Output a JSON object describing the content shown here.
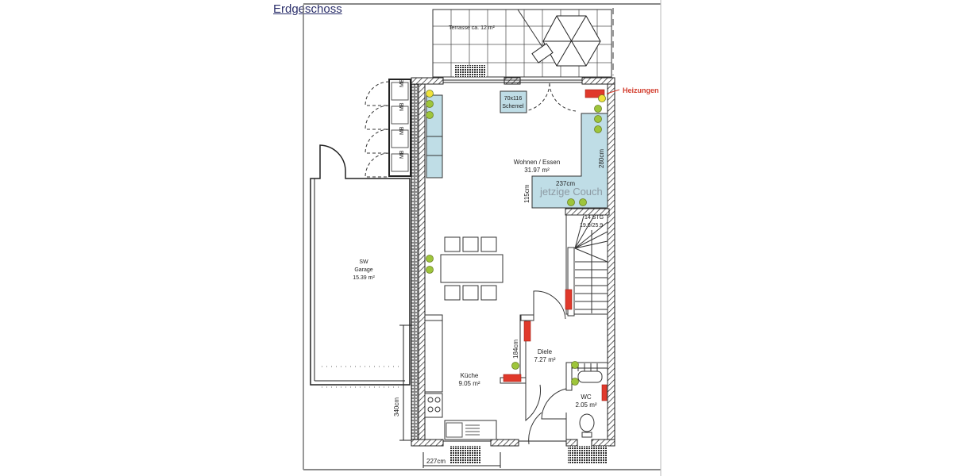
{
  "header": {
    "title": "Erdgeschoss"
  },
  "rooms": {
    "terrasse": {
      "label": "Terrasse ca. 12 m²"
    },
    "wohnen": {
      "name": "Wohnen / Essen",
      "area": "31.97 m²"
    },
    "garage": {
      "line1": "SW",
      "line2": "Garage",
      "area": "15.39 m²"
    },
    "kueche": {
      "name": "Küche",
      "area": "9.05 m²"
    },
    "diele": {
      "name": "Diele",
      "area": "7.27 m²"
    },
    "wc": {
      "name": "WC",
      "area": "2.05 m²"
    }
  },
  "annotations": {
    "schemel_size": "70x116",
    "schemel_label": "Schemel",
    "heizungen": "Heizungen",
    "couch_label": "jetzige Couch",
    "couch_width": "237cm",
    "couch_depth": "115cm",
    "couch_side_length": "280cm",
    "stairs_line1": "14 STG",
    "stairs_line2": "19.0/25.9",
    "diele_wall": "184cm",
    "garage_depth": "340cm",
    "front_width": "227cm",
    "cabinet_label": "MB"
  },
  "colors": {
    "wall": "#222222",
    "furniture_fill": "#bfdde6",
    "heater": "#e0392b",
    "socket_green": "#9ec53b",
    "socket_yellow": "#f1e23b",
    "title": "#2b2f6b"
  }
}
